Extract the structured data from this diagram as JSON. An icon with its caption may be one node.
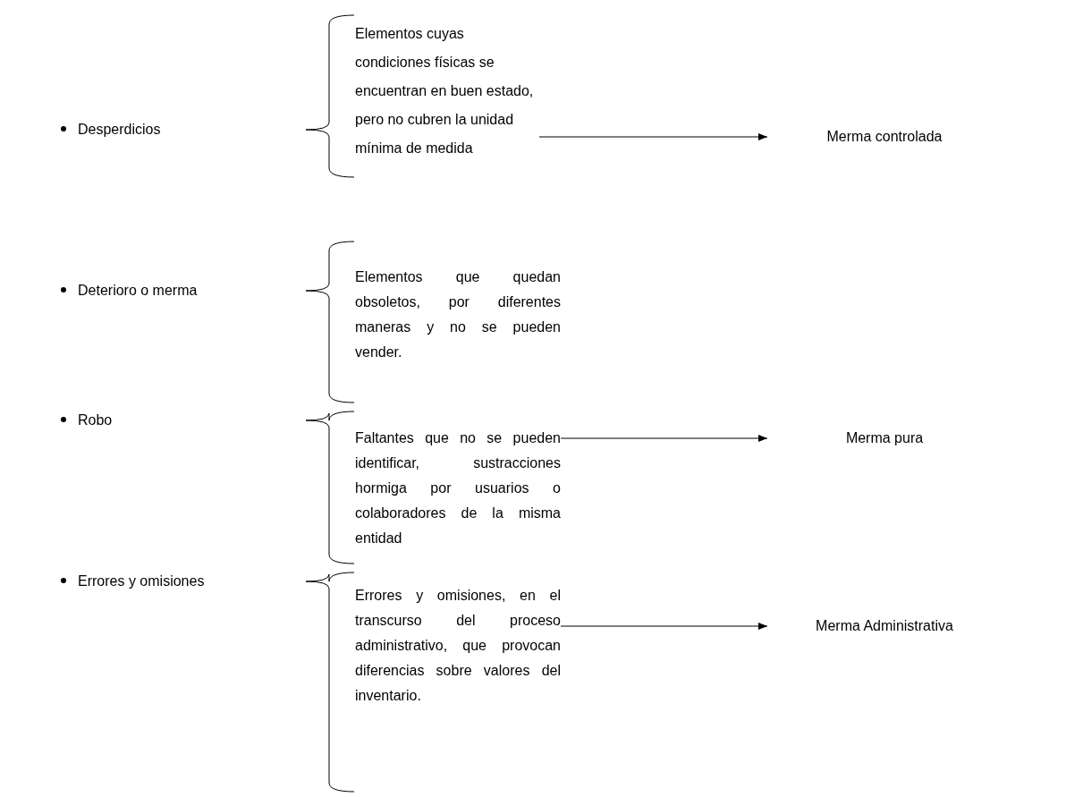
{
  "diagram": {
    "nodes": [
      {
        "text": [
          "Desperdicios"
        ]
      },
      {
        "text": [
          "Elementos cuyas condiciones físicas se encuentran en buen estado, pero no cubren la unidad mínima de medida"
        ]
      },
      {
        "text": [
          "Merma controlada"
        ]
      },
      {
        "text": [
          "Deterioro o merma"
        ]
      },
      {
        "text": [
          "Elementos que quedan obsoletos, por diferentes maneras y no se pueden vender."
        ]
      },
      {
        "text": [
          "Robo"
        ]
      },
      {
        "text": [
          "Faltantes que no se pueden identificar, sustracciones hormiga por usuarios o colaboradores de la misma entidad"
        ]
      },
      {
        "text": [
          "Merma pura"
        ]
      },
      {
        "text": [
          "Errores y omisiones"
        ]
      },
      {
        "text": [
          "Errores y omisiones, en el transcurso del proceso administrativo, que provocan diferencias sobre valores del inventario."
        ]
      },
      {
        "text": [
          "Merma Administrativa"
        ]
      }
    ],
    "edges": [
      {
        "from": 1,
        "to": 2,
        "arrow": "to"
      },
      {
        "from": 6,
        "to": 7,
        "arrow": "to"
      },
      {
        "from": 9,
        "to": 10,
        "arrow": "to"
      }
    ]
  }
}
